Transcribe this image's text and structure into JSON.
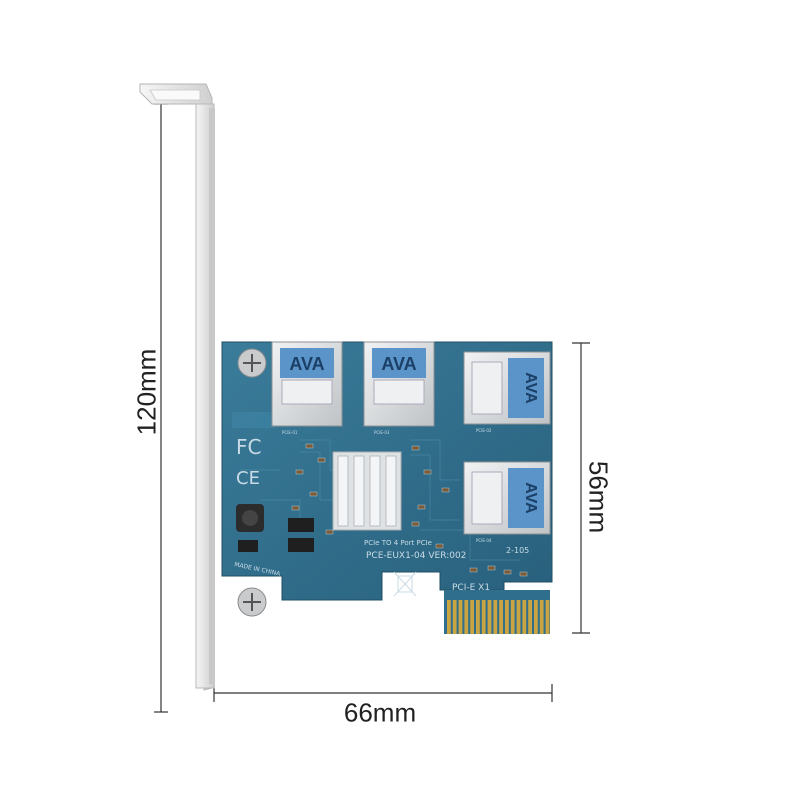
{
  "dimensions": {
    "height": "120mm",
    "depth": "56mm",
    "width": "66mm"
  },
  "board": {
    "title_line": "PCIe TO 4 Port PCIe",
    "model": "PCE-EUX1-04 VER:002",
    "date_code": "2-105",
    "origin": "MADE IN CHINA",
    "interface": "PCI-E X1",
    "marks": [
      "FC",
      "CE"
    ],
    "port_brand": "AVA",
    "port_labels": [
      "PCIE-01",
      "PCIE-02",
      "PCIE-03",
      "PCIE-04"
    ]
  },
  "colors": {
    "pcb": "#2f6e8c",
    "pcb_dark": "#255a74",
    "bracket": "#e9e9e9",
    "port_metal": "#d8dadc",
    "gold_finger": "#c9a443",
    "heatsink": "#e6e8ea",
    "dimension_line": "#333333"
  }
}
